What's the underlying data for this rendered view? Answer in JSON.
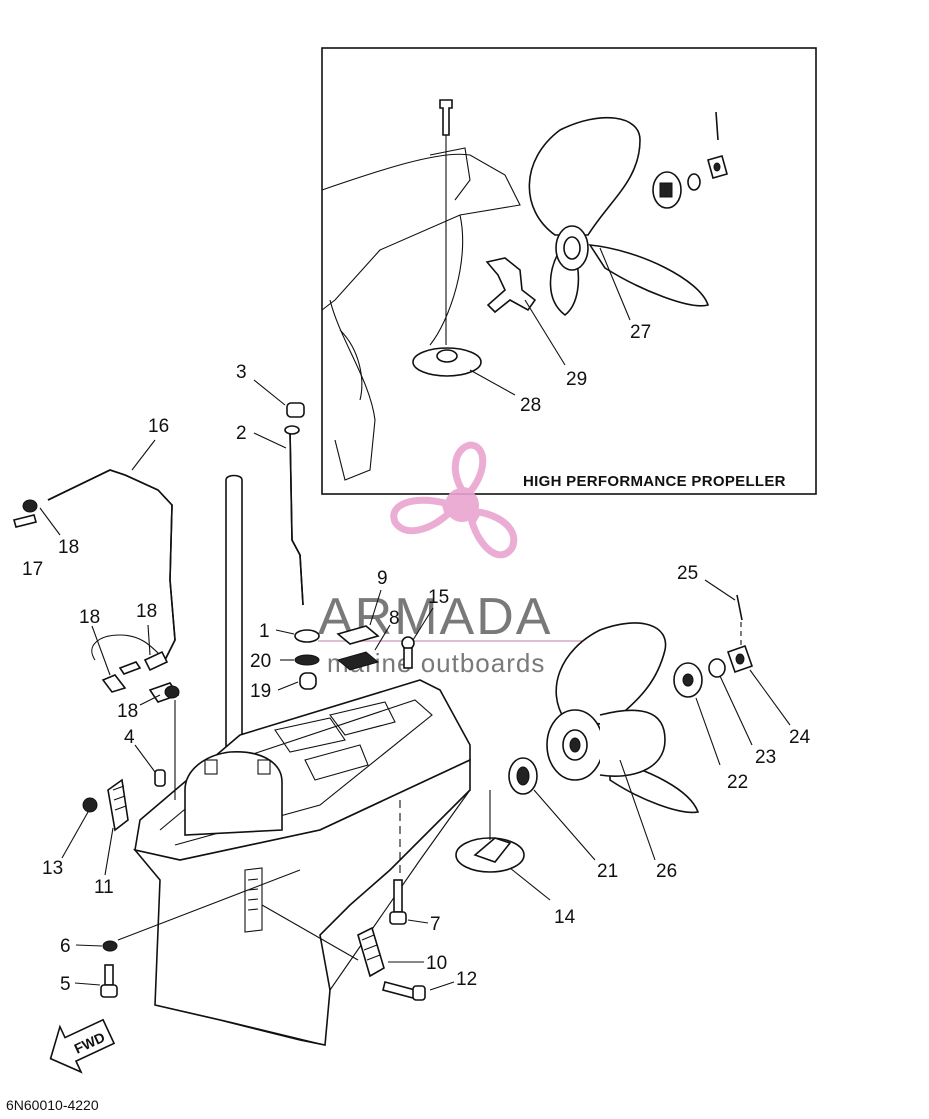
{
  "inset": {
    "title": "HIGH PERFORMANCE PROPELLER"
  },
  "watermark": {
    "brand": "ARMADA",
    "tagline": "marine outboards",
    "brand_color": "#e9a5cf",
    "line_color": "#cfa0bf"
  },
  "footer": {
    "code": "6N60010-4220"
  },
  "direction_marker": {
    "label": "FWD"
  },
  "callouts": [
    {
      "id": "1",
      "label": "1"
    },
    {
      "id": "2",
      "label": "2"
    },
    {
      "id": "3",
      "label": "3"
    },
    {
      "id": "4",
      "label": "4"
    },
    {
      "id": "5",
      "label": "5"
    },
    {
      "id": "6",
      "label": "6"
    },
    {
      "id": "7",
      "label": "7"
    },
    {
      "id": "8",
      "label": "8"
    },
    {
      "id": "9",
      "label": "9"
    },
    {
      "id": "10",
      "label": "10"
    },
    {
      "id": "11",
      "label": "11"
    },
    {
      "id": "12",
      "label": "12"
    },
    {
      "id": "13",
      "label": "13"
    },
    {
      "id": "14",
      "label": "14"
    },
    {
      "id": "15",
      "label": "15"
    },
    {
      "id": "16",
      "label": "16"
    },
    {
      "id": "17",
      "label": "17"
    },
    {
      "id": "18a",
      "label": "18"
    },
    {
      "id": "18b",
      "label": "18"
    },
    {
      "id": "18c",
      "label": "18"
    },
    {
      "id": "18d",
      "label": "18"
    },
    {
      "id": "19",
      "label": "19"
    },
    {
      "id": "20",
      "label": "20"
    },
    {
      "id": "21",
      "label": "21"
    },
    {
      "id": "22",
      "label": "22"
    },
    {
      "id": "23",
      "label": "23"
    },
    {
      "id": "24",
      "label": "24"
    },
    {
      "id": "25",
      "label": "25"
    },
    {
      "id": "26",
      "label": "26"
    },
    {
      "id": "27",
      "label": "27"
    },
    {
      "id": "28",
      "label": "28"
    },
    {
      "id": "29",
      "label": "29"
    }
  ]
}
